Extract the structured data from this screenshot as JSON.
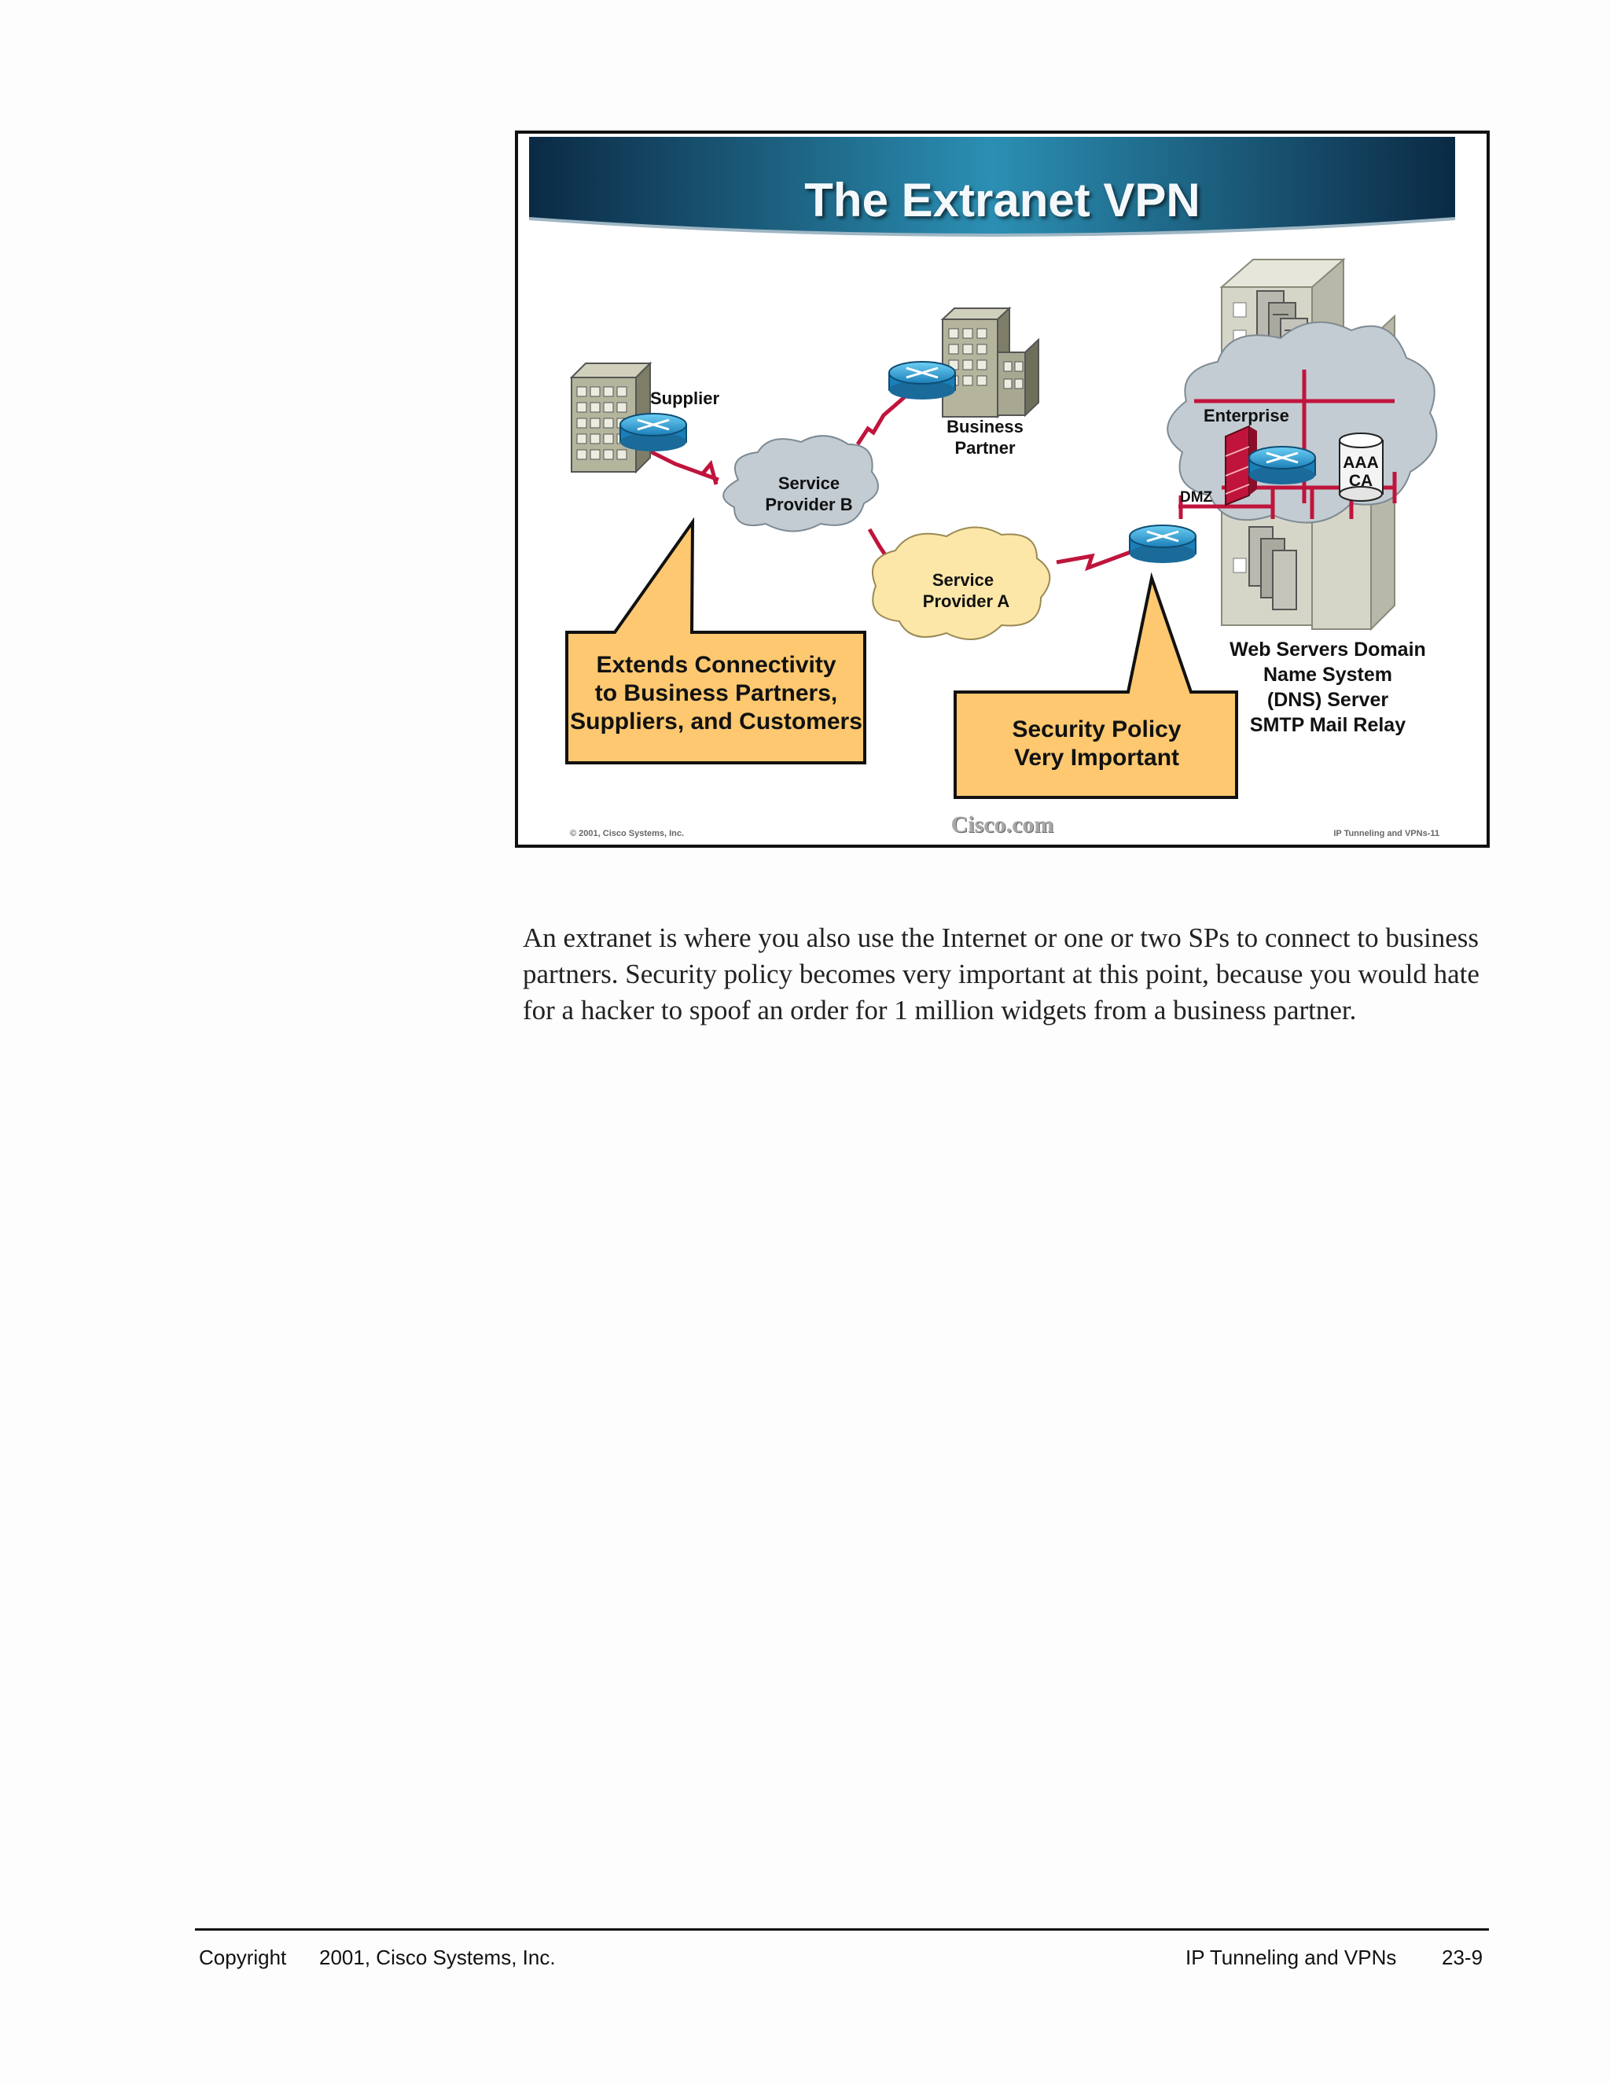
{
  "slide": {
    "title": "The Extranet VPN",
    "labels": {
      "supplier": "Supplier",
      "business_partner": [
        "Business",
        "Partner"
      ],
      "service_provider_b": [
        "Service",
        "Provider B"
      ],
      "service_provider_a": [
        "Service",
        "Provider A"
      ],
      "enterprise": "Enterprise",
      "dmz": "DMZ",
      "aaa": "AAA",
      "ca": "CA"
    },
    "servers": [
      "Web Servers Domain",
      "Name System",
      "(DNS) Server",
      "SMTP Mail Relay"
    ],
    "callout_left": [
      "Extends Connectivity",
      "to Business Partners,",
      "Suppliers, and Customers"
    ],
    "callout_right": [
      "Security Policy",
      "Very Important"
    ],
    "footer_left": "© 2001, Cisco Systems, Inc.",
    "footer_center": "Cisco.com",
    "footer_right": "IP Tunneling and VPNs-11",
    "colors": {
      "link": "#c0143c",
      "callout": "#fdc870",
      "cloud_gray": "#bcc6cc",
      "cloud_yellow": "#fce7a8",
      "banner": "#1a6a8c"
    }
  },
  "body_text": "An extranet is where you also use the Internet or one or two SPs to connect to business partners. Security policy becomes very important at this point, because you would hate for a hacker to spoof an order for 1 million widgets from a business partner.",
  "footer": {
    "copyright": "Copyright",
    "company": "2001, Cisco Systems, Inc.",
    "course": "IP Tunneling and VPNs",
    "page": "23-9"
  }
}
